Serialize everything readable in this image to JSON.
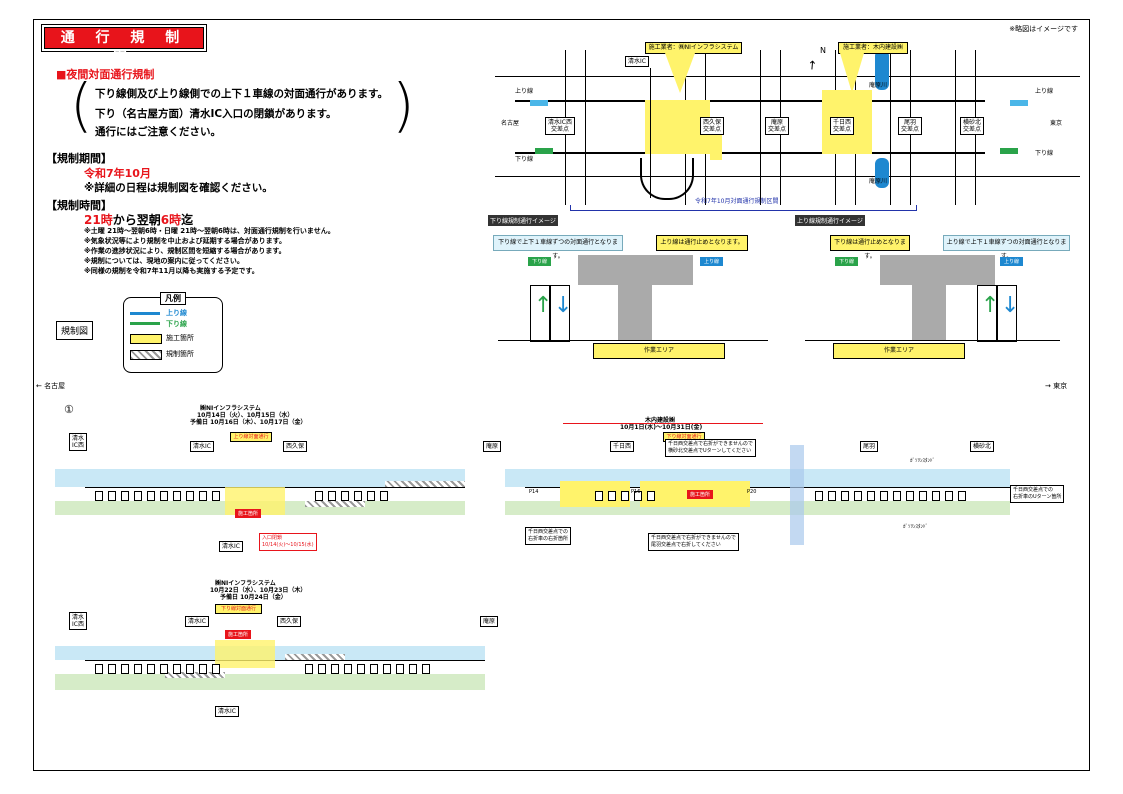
{
  "header": {
    "title": "通 行 規 制 図",
    "image_note": "※略図はイメージです"
  },
  "info": {
    "section1_heading": "■夜間対面通行規制",
    "section1_lines": [
      "下り線側及び上り線側での上下１車線の対面通行があります。",
      "下り（名古屋方面）清水IC入口の閉鎖があります。",
      "通行にはご注意ください。"
    ],
    "period_heading": "【規制期間】",
    "period_value": "令和7年10月",
    "period_note": "※詳細の日程は規制図を確認ください。",
    "time_heading": "【規制時間】",
    "time_start": "21時",
    "time_mid": "から翌朝",
    "time_end": "6時",
    "time_suffix": "迄",
    "notes": [
      "※土曜 21時～翌朝6時・日曜 21時～翌朝6時は、対面通行規制を行いません。",
      "※気象状況等により規制を中止および延期する場合があります。",
      "※作業の進捗状況により、規制区間を短縮する場合があります。",
      "※規制については、現地の案内に従ってください。",
      "※同様の規制を令和7年11月以降も実施する予定です。"
    ],
    "kiseizu_label": "規制図"
  },
  "legend": {
    "title": "凡例",
    "up": "上り線",
    "down": "下り線",
    "work": "施工箇所",
    "restrict": "規制箇所",
    "colors": {
      "up": "#1e88d0",
      "down": "#2aa34a",
      "work": "#fff36b"
    }
  },
  "overview_map": {
    "contractor1": "施工業者：㈱NIインフラシステム",
    "contractor2": "施工業者：木内建設㈱",
    "ic_label": "清水IC",
    "north": "N",
    "intersections": [
      "清水IC西\n交差点",
      "西久保\n交差点",
      "庵原\n交差点",
      "千日西\n交差点",
      "尾羽\n交差点",
      "横砂北\n交差点"
    ],
    "left_dir": "名古屋",
    "right_dir": "東京",
    "up_label": "上り線",
    "down_label": "下り線",
    "river1": "庵原川",
    "river2": "庵原川",
    "span_label": "令和7年10月対面通行規制区間"
  },
  "cross_left": {
    "title": "下り線規制通行イメージ",
    "cyan_note": "下り線で上下１車線ずつの対面通行となります。",
    "yellow_note": "上り線は通行止めとなります。",
    "down_tag": "下り線",
    "up_tag": "上り線",
    "work_area": "作業エリア"
  },
  "cross_right": {
    "title": "上り線規制通行イメージ",
    "yellow_note": "下り線は通行止めとなります。",
    "cyan_note": "上り線で上下１車線ずつの対面通行となります。",
    "down_tag": "下り線",
    "up_tag": "上り線",
    "work_area": "作業エリア"
  },
  "direction": {
    "left": "← 名古屋",
    "right": "→ 東京"
  },
  "diagram1": {
    "number": "①",
    "left_title": "㈱NIインフラシステム",
    "left_dates1": "10月14日（火）、10月15日（水）",
    "left_dates2": "予備日 10月16日（木）、10月17日（金）",
    "shimizu_ic_west": "清水\nIC西",
    "shimizu_ic": "清水IC",
    "nishikubo": "西久保",
    "ihara": "庵原",
    "up_face": "上り線対面通行",
    "work": "施工箇所",
    "entrance_close": "入口閉鎖",
    "entrance_dates": "10/14(火)～10/15(水)",
    "right_title": "木内建設㈱",
    "right_dates": "10月1日(水)～10月31日(金)",
    "sennichi": "千日西",
    "obane": "尾羽",
    "yokosuna": "横砂北",
    "down_face": "下り線対面通行",
    "gas1": "ｶﾞｿﾘﾝｽﾀﾝﾄﾞ",
    "gas2": "ｶﾞｿﾘﾝｽﾀﾝﾄﾞ",
    "note_uturn": "千日西交差点で右折ができませんので\n横砂北交差点でUターンしてください",
    "note_right1": "千日西交差点での\n右折車のUターン箇所",
    "note_left": "千日西交差点での\n右折車の右折箇所",
    "note_bottom": "千日西交差点で右折ができませんので\n尾羽交差点で右折してください",
    "p14": "P14",
    "p16": "P16",
    "p20": "P20"
  },
  "diagram2": {
    "title": "㈱NIインフラシステム",
    "dates1": "10月22日（水）、10月23日（木）",
    "dates2": "予備日 10月24日（金）",
    "down_face": "下り線対面通行",
    "work": "施工箇所",
    "shimizu_ic_west": "清水\nIC西",
    "shimizu_ic": "清水IC",
    "nishikubo": "西久保",
    "ihara": "庵原"
  }
}
